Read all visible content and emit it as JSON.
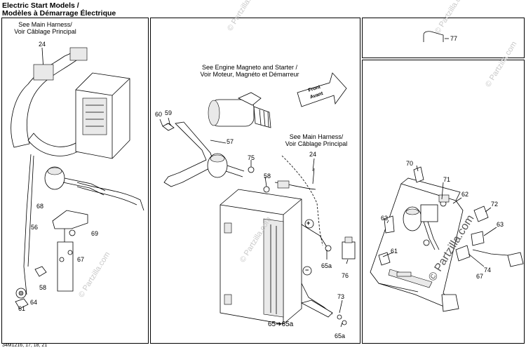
{
  "title": {
    "line1": "Electric Start Models /",
    "line2": "Modèles à Démarrage Électrique"
  },
  "panel_left": {
    "callout": "See Main Harness/\nVoir Câblage Principal",
    "parts": [
      "24",
      "68",
      "56",
      "69",
      "67",
      "58",
      "61",
      "64"
    ]
  },
  "panel_mid": {
    "callout_top": "See Engine Magneto and Starter /\nVoir Moteur, Magnéto et Démarreur",
    "callout_right": "See Main Harness/\nVoir Câblage Principal",
    "front_arrow": "Front\nAvant",
    "parts": [
      "60",
      "59",
      "57",
      "75",
      "58",
      "24",
      "65a",
      "76",
      "73",
      "65a"
    ],
    "battery_plus": "+",
    "battery_minus": "−",
    "ref_65": "65",
    "ref_arrow": "➔",
    "ref_65a": "65a"
  },
  "panel_top_right": {
    "parts": [
      "77"
    ]
  },
  "panel_right": {
    "parts": [
      "70",
      "71",
      "62",
      "72",
      "63",
      "63",
      "61",
      "74",
      "67"
    ]
  },
  "watermark": "© Partzilla.com",
  "footer": "34M1216, 17, 18, 21"
}
